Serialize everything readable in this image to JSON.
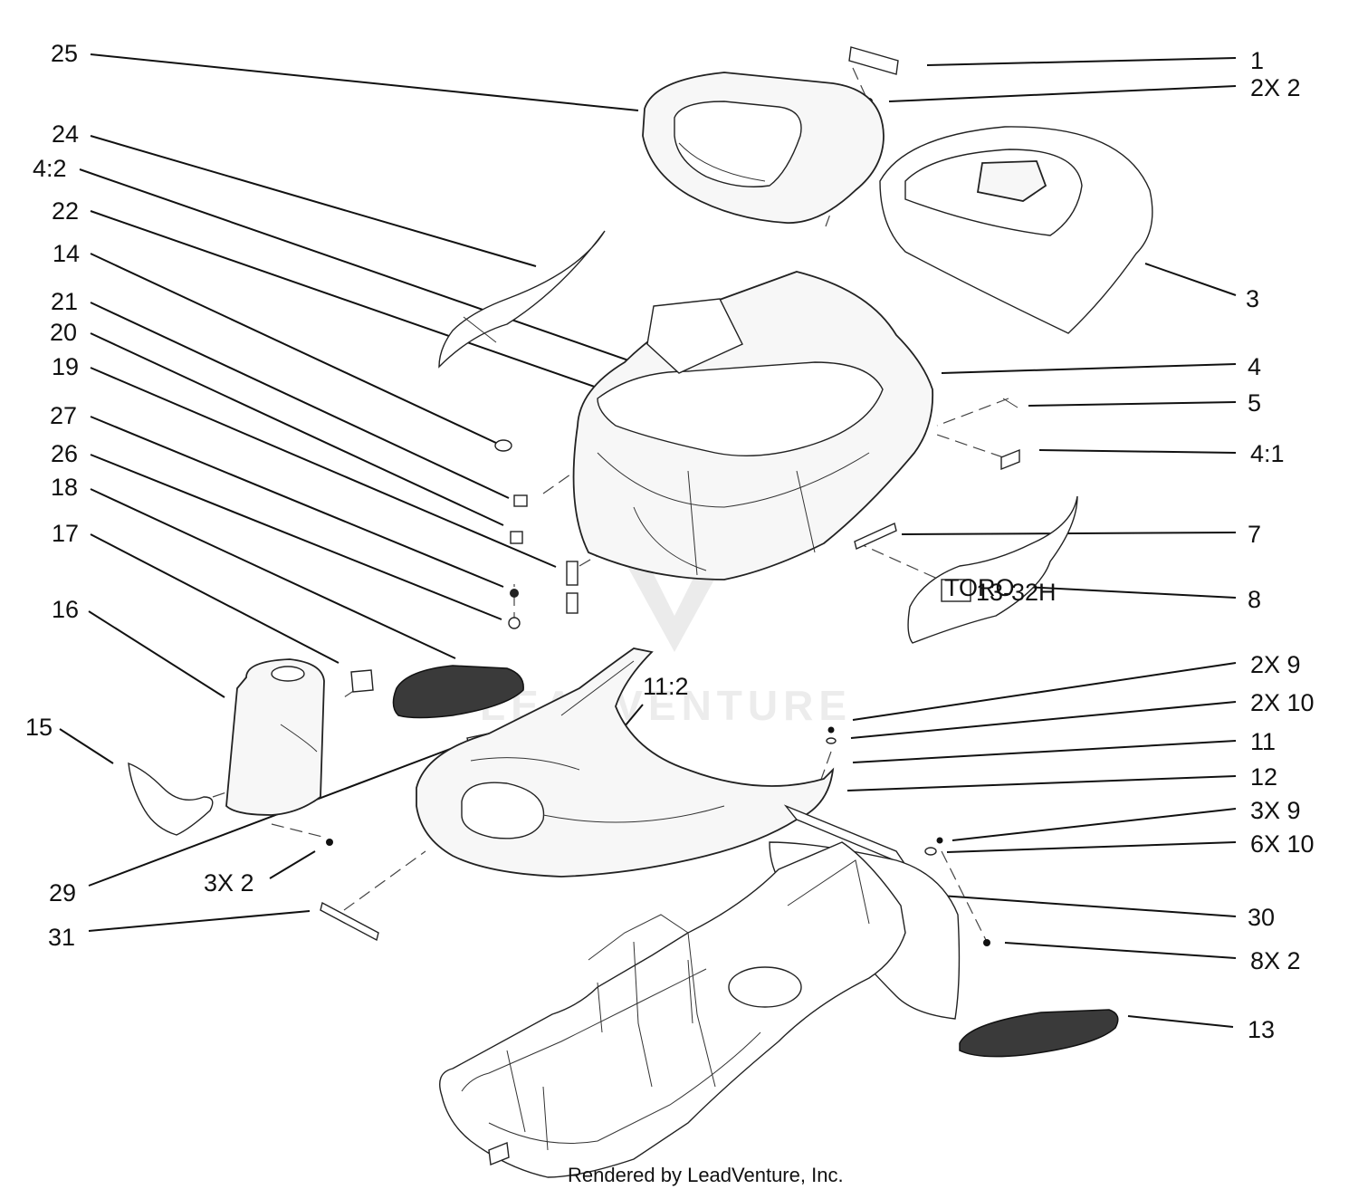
{
  "callouts": [
    {
      "id": "25",
      "text": "25"
    },
    {
      "id": "24",
      "text": "24"
    },
    {
      "id": "4-2",
      "text": "4:2"
    },
    {
      "id": "22",
      "text": "22"
    },
    {
      "id": "14",
      "text": "14"
    },
    {
      "id": "21",
      "text": "21"
    },
    {
      "id": "20",
      "text": "20"
    },
    {
      "id": "19",
      "text": "19"
    },
    {
      "id": "27",
      "text": "27"
    },
    {
      "id": "26",
      "text": "26"
    },
    {
      "id": "18",
      "text": "18"
    },
    {
      "id": "17",
      "text": "17"
    },
    {
      "id": "16",
      "text": "16"
    },
    {
      "id": "15",
      "text": "15"
    },
    {
      "id": "29",
      "text": "29"
    },
    {
      "id": "3x2",
      "text": "3X 2"
    },
    {
      "id": "31",
      "text": "31"
    },
    {
      "id": "11-2",
      "text": "11:2"
    },
    {
      "id": "1",
      "text": "1"
    },
    {
      "id": "2x2",
      "text": "2X 2"
    },
    {
      "id": "3",
      "text": "3"
    },
    {
      "id": "4",
      "text": "4"
    },
    {
      "id": "5",
      "text": "5"
    },
    {
      "id": "4-1",
      "text": "4:1"
    },
    {
      "id": "7",
      "text": "7"
    },
    {
      "id": "8",
      "text": "8"
    },
    {
      "id": "2x9",
      "text": "2X 9"
    },
    {
      "id": "2x10",
      "text": "2X 10"
    },
    {
      "id": "11",
      "text": "11"
    },
    {
      "id": "12",
      "text": "12"
    },
    {
      "id": "3x9",
      "text": "3X 9"
    },
    {
      "id": "6x10",
      "text": "6X 10"
    },
    {
      "id": "30",
      "text": "30"
    },
    {
      "id": "8x2",
      "text": "8X 2"
    },
    {
      "id": "13",
      "text": "13"
    }
  ],
  "decal": {
    "brand": "TORO",
    "model": "13-32H"
  },
  "watermark": "LEADVENTURE",
  "credit": "Rendered by LeadVenture, Inc."
}
